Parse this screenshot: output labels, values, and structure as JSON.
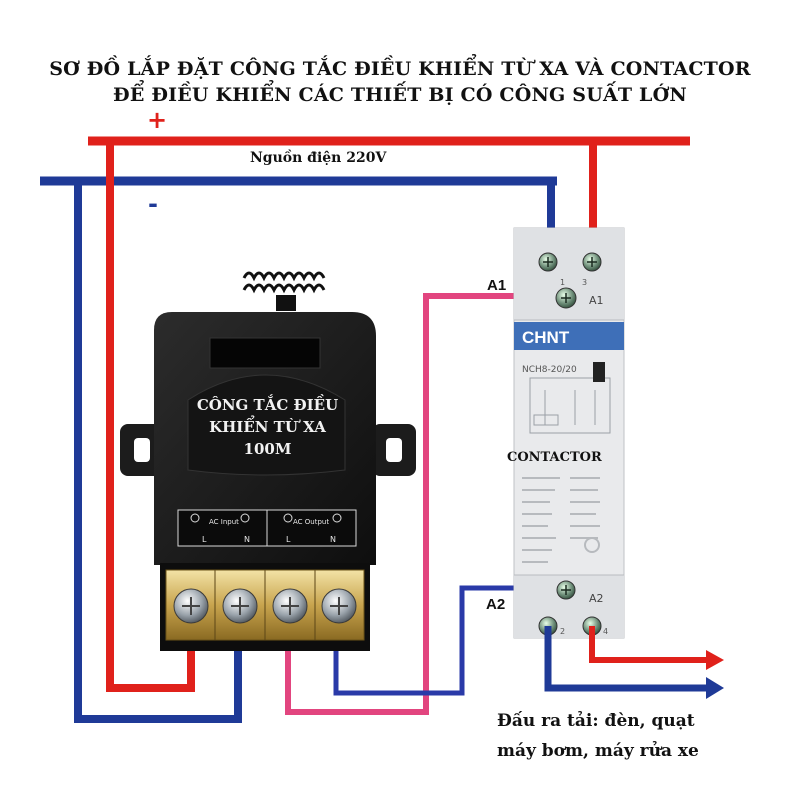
{
  "title_line1": "SƠ ĐỒ LẮP ĐẶT CÔNG TẮC ĐIỀU KHIỂN TỪ XA VÀ CONTACTOR",
  "title_line2": "ĐỂ ĐIỀU KHIỂN CÁC THIẾT BỊ CÓ CÔNG SUẤT LỚN",
  "power": {
    "label": "Nguồn điện 220V",
    "plus": "+",
    "minus": "-"
  },
  "remote": {
    "line1": "CÔNG TẮC ĐIỀU",
    "line2": "KHIỂN TỪ XA",
    "line3": "100M",
    "input_label": "AC Input",
    "output_label": "AC Output",
    "terminal_L": "L",
    "terminal_N": "N"
  },
  "contactor": {
    "brand": "CHNT",
    "model": "NCH8-20/20",
    "label": "CONTACTOR",
    "a1": "A1",
    "a2": "A2",
    "t1": "1",
    "t3": "3",
    "t2": "2",
    "t4": "4"
  },
  "terminals": {
    "a1": "A1",
    "a2": "A2"
  },
  "load": {
    "line1": "Đấu ra tải: đèn, quạt",
    "line2": "máy bơm, máy rửa xe"
  },
  "colors": {
    "red": "#e0211b",
    "blue": "#1f3a97",
    "pink": "#e2457f",
    "blue2": "#2a3aa8",
    "device_body": "#1a1a1a",
    "contactor_body": "#e9eaec"
  }
}
